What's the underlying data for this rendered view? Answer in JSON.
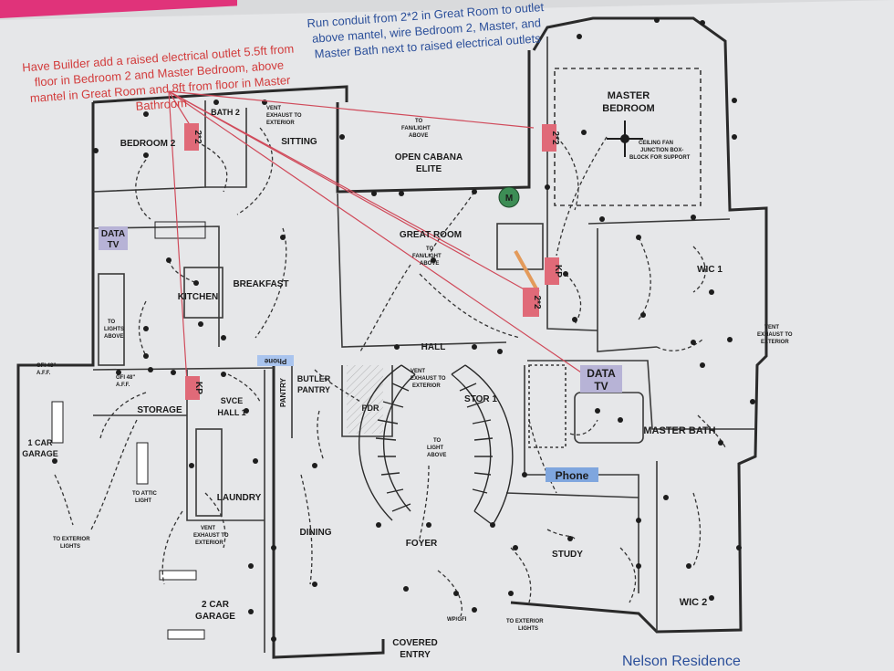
{
  "notes": {
    "red_note": "Have Builder add a raised electrical outlet 5.5ft from floor in Bedroom 2 and Master Bedroom, above mantel in Great Room and 8ft from floor in Master Bathroom",
    "blue_note": "Run conduit from 2*2 in Great Room to outlet above mantel, wire Bedroom 2, Master, and Master Bath next to raised electrical outlets"
  },
  "title_text": "Nelson Residence",
  "tags": {
    "box22": "2*2",
    "kp": "KP",
    "data": "DATA",
    "tv": "TV",
    "phone": "Phone",
    "meter": "M"
  },
  "rooms": {
    "bedroom2": "BEDROOM 2",
    "bath2": "BATH 2",
    "sitting": "SITTING",
    "open_cabana_1": "OPEN CABANA",
    "open_cabana_2": "ELITE",
    "master_bedroom_1": "MASTER",
    "master_bedroom_2": "BEDROOM",
    "great_room": "GREAT ROOM",
    "kitchen": "KITCHEN",
    "breakfast": "BREAKFAST",
    "wic1": "WIC 1",
    "hall": "HALL",
    "storage": "STORAGE",
    "svce_hall_1": "SVCE",
    "svce_hall_2": "HALL 1",
    "pantry": "PANTRY",
    "butler_pantry_1": "BUTLER",
    "butler_pantry_2": "PANTRY",
    "pdr": "PDR",
    "stor1": "STOR 1",
    "master_bath": "MASTER BATH",
    "car1_1": "1 CAR",
    "car1_2": "GARAGE",
    "laundry": "LAUNDRY",
    "dining": "DINING",
    "foyer": "FOYER",
    "study": "STUDY",
    "car2_1": "2 CAR",
    "car2_2": "GARAGE",
    "wic2": "WIC 2",
    "covered_entry_1": "COVERED",
    "covered_entry_2": "ENTRY"
  },
  "small_labels": {
    "vent_bath2_1": "VENT",
    "vent_bath2_2": "EXHAUST TO",
    "vent_bath2_3": "EXTERIOR",
    "fan_cabana_1": "TO",
    "fan_cabana_2": "FAN/LIGHT",
    "fan_cabana_3": "ABOVE",
    "fan_gr_1": "TO",
    "fan_gr_2": "FAN/LIGHT",
    "fan_gr_3": "ABOVE",
    "ceiling_fan_1": "CEILING FAN",
    "ceiling_fan_2": "JUNCTION BOX-",
    "ceiling_fan_3": "BLOCK FOR SUPPORT",
    "lights_above_1": "TO",
    "lights_above_2": "LIGHTS",
    "lights_above_3": "ABOVE",
    "vent_mb_1": "VENT",
    "vent_mb_2": "EXHAUST TO",
    "vent_mb_3": "EXTERIOR",
    "vent_pdr_1": "VENT",
    "vent_pdr_2": "EXHAUST TO",
    "vent_pdr_3": "EXTERIOR",
    "light_foyer_1": "TO",
    "light_foyer_2": "LIGHT",
    "light_foyer_3": "ABOVE",
    "attic_1": "TO ATTIC",
    "attic_2": "LIGHT",
    "vent_laundry_1": "VENT",
    "vent_laundry_2": "EXHAUST TO",
    "vent_laundry_3": "EXTERIOR",
    "ext_lights_1": "TO EXTERIOR",
    "ext_lights_2": "LIGHTS",
    "ext_lights_b1": "TO EXTERIOR",
    "ext_lights_b2": "LIGHTS",
    "gfi_1": "GFI 48\"",
    "gfi_2": "A.F.F.",
    "gfi_a1": "GFI 48\"",
    "gfi_a2": "A.F.F.",
    "wp_gfi": "WP/GFI"
  }
}
